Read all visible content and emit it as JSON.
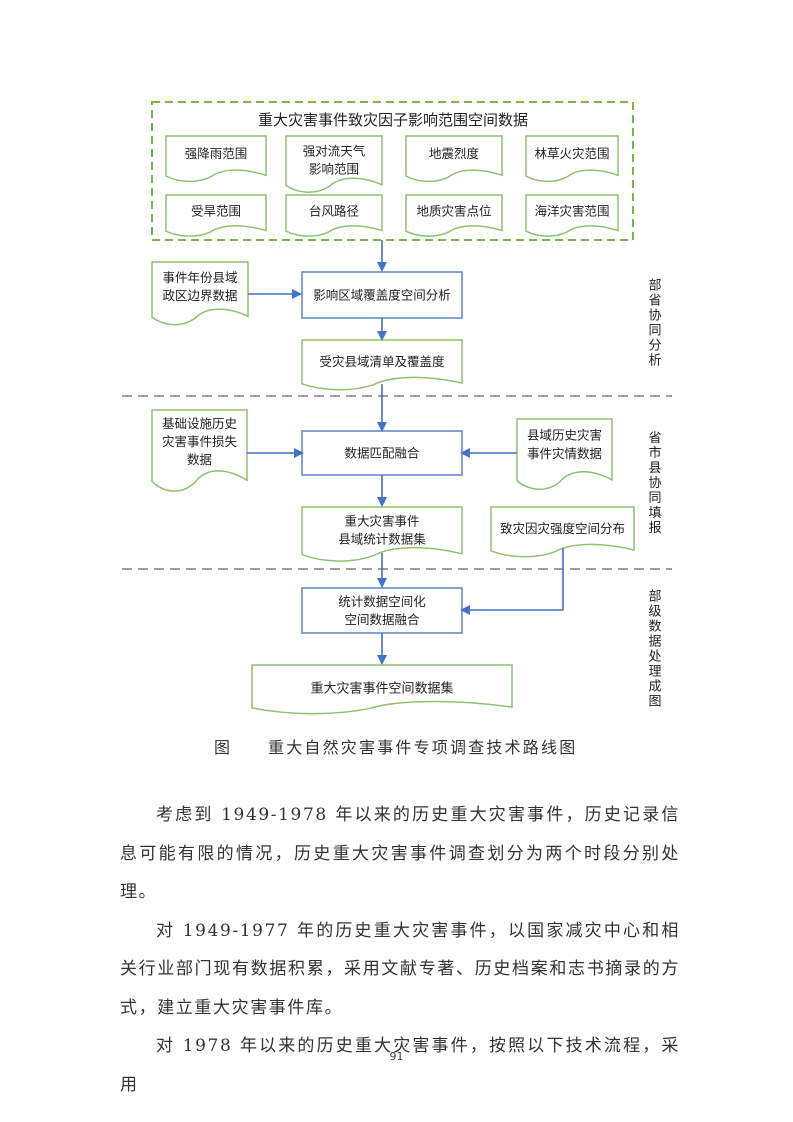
{
  "diagram": {
    "group_title": "重大灾害事件致灾因子影响范围空间数据",
    "factors_row1": [
      "强降雨范围",
      "强对流天气\n影响范围",
      "地震烈度",
      "林草火灾范围"
    ],
    "factors_row2": [
      "受旱范围",
      "台风路径",
      "地质灾害点位",
      "海洋灾害范围"
    ],
    "input_boundary": "事件年份县域\n政区边界数据",
    "process_coverage": "影响区域覆盖度空间分析",
    "output_county_list": "受灾县域清单及覆盖度",
    "input_infrastructure": "基础设施历史\n灾害事件损失\n数据",
    "process_matching": "数据匹配融合",
    "input_county_history": "县域历史灾害\n事件灾情数据",
    "output_county_stats": "重大灾害事件\n县域统计数据集",
    "output_intensity": "致灾因灾强度空间分布",
    "process_spatialize": "统计数据空间化\n空间数据融合",
    "output_final": "重大灾害事件空间数据集",
    "stage_labels": [
      "部省协同分析",
      "省市县协同填报",
      "部级数据处理成图"
    ],
    "colors": {
      "document_border": "#8dc26f",
      "group_border": "#7ab648",
      "process_border": "#5b84c4",
      "arrow": "#4472c4",
      "stage_divider": "#7f7f7f"
    }
  },
  "caption": {
    "figure_label": "图",
    "title": "重大自然灾害事件专项调查技术路线图"
  },
  "paragraphs": [
    "考虑到 1949-1978 年以来的历史重大灾害事件，历史记录信息可能有限的情况，历史重大灾害事件调查划分为两个时段分别处理。",
    "对 1949-1977 年的历史重大灾害事件，以国家减灾中心和相关行业部门现有数据积累，采用文献专著、历史档案和志书摘录的方式，建立重大灾害事件库。",
    "对 1978 年以来的历史重大灾害事件，按照以下技术流程，采用"
  ],
  "page_number": "91"
}
